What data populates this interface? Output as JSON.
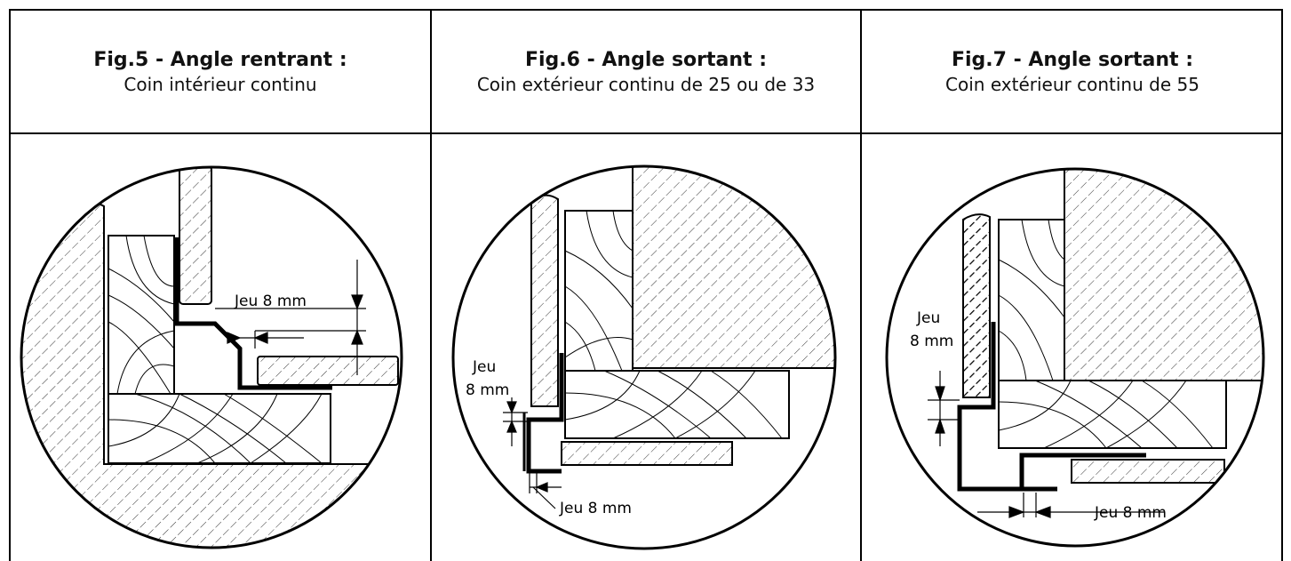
{
  "figures": [
    {
      "title": "Fig.5 - Angle rentrant :",
      "subtitle": "Coin intérieur continu",
      "gap_label": "Jeu 8 mm"
    },
    {
      "title": "Fig.6 - Angle sortant :",
      "subtitle": "Coin extérieur continu de 25 ou de 33",
      "gap_label_side": [
        "Jeu",
        "8 mm"
      ],
      "gap_label_bottom": "Jeu 8 mm"
    },
    {
      "title": "Fig.7 - Angle sortant :",
      "subtitle": "Coin extérieur continu de 55",
      "gap_label_side": [
        "Jeu",
        "8 mm"
      ],
      "gap_label_bottom": "Jeu 8 mm"
    }
  ]
}
